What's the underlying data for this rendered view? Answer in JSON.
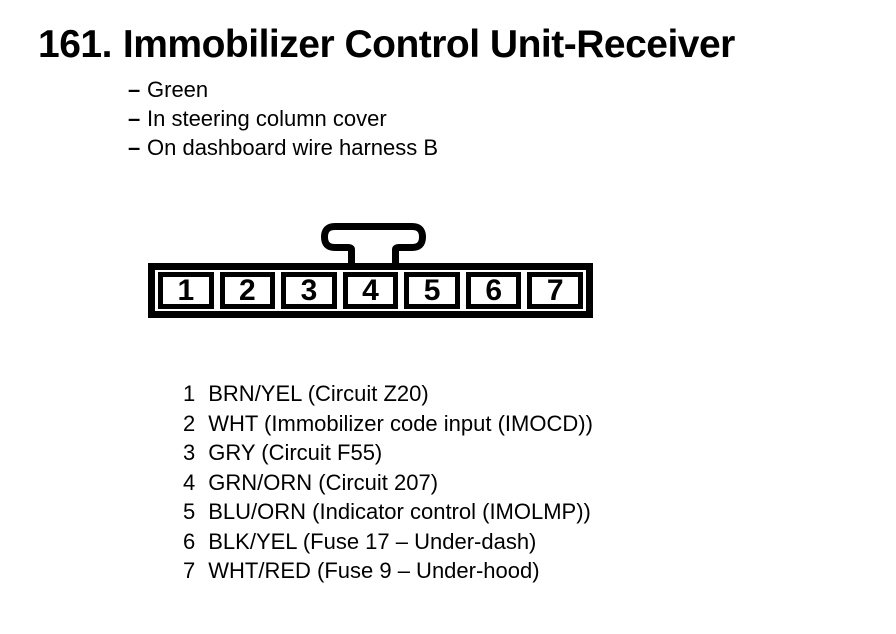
{
  "page": {
    "number": "161.",
    "title": "Immobilizer Control Unit-Receiver"
  },
  "notes": {
    "bullet": "–",
    "items": [
      "Green",
      "In steering column cover",
      "On dashboard wire harness B"
    ]
  },
  "connector": {
    "pin_count": 7,
    "pins": [
      "1",
      "2",
      "3",
      "4",
      "5",
      "6",
      "7"
    ]
  },
  "pin_list": {
    "rows": [
      {
        "pin": "1",
        "label": "BRN/YEL (Circuit Z20)"
      },
      {
        "pin": "2",
        "label": "WHT (Immobilizer code input (IMOCD))"
      },
      {
        "pin": "3",
        "label": "GRY (Circuit F55)"
      },
      {
        "pin": "4",
        "label": "GRN/ORN (Circuit 207)"
      },
      {
        "pin": "5",
        "label": "BLU/ORN (Indicator control (IMOLMP))"
      },
      {
        "pin": "6",
        "label": "BLK/YEL (Fuse 17 – Under-dash)"
      },
      {
        "pin": "7",
        "label": "WHT/RED (Fuse 9 – Under-hood)"
      }
    ]
  },
  "colors": {
    "ink": "#000000",
    "background": "#ffffff"
  }
}
